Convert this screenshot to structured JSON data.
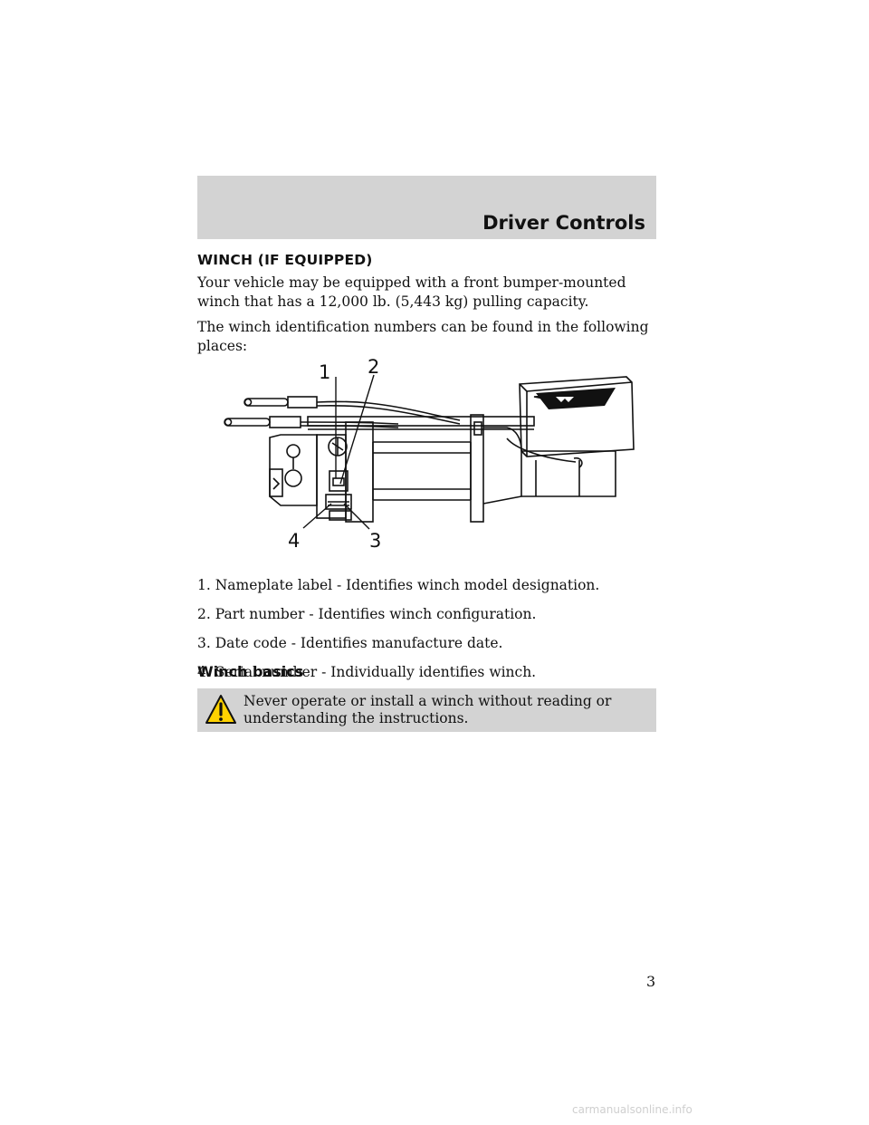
{
  "header": {
    "title": "Driver Controls"
  },
  "section": {
    "heading": "WINCH (IF EQUIPPED)",
    "paragraphs": [
      "Your vehicle may be equipped with a front bumper-mounted winch that has a 12,000 lb. (5,443 kg) pulling capacity.",
      "The winch identification numbers can be found in the following places:"
    ]
  },
  "figure": {
    "callouts": [
      "1",
      "2",
      "3",
      "4"
    ]
  },
  "legend": [
    "1. Nameplate label - Identifies winch model designation.",
    "2. Part number - Identifies winch configuration.",
    "3. Date code - Identifies manufacture date.",
    "4. Serial number - Individually identifies winch."
  ],
  "subsection": {
    "heading": "Winch basics"
  },
  "warning": {
    "text": "Never operate or install a winch without reading or understanding the instructions."
  },
  "page_number": "3",
  "watermark": "carmanualsonline.info"
}
